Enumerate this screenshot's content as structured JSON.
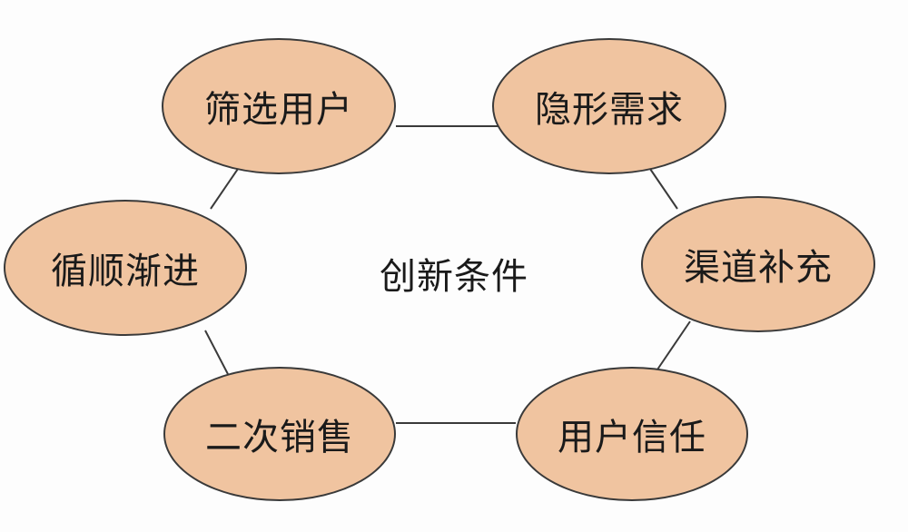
{
  "diagram": {
    "center_label": "创新条件",
    "nodes": [
      {
        "label": "筛选用户"
      },
      {
        "label": "隐形需求"
      },
      {
        "label": "渠道补充"
      },
      {
        "label": "用户信任"
      },
      {
        "label": "二次销售"
      },
      {
        "label": "循顺渐进"
      }
    ],
    "colors": {
      "node_fill": "#f0c4a0",
      "node_stroke": "#3a3a3a",
      "edge": "#3a3a3a"
    }
  }
}
